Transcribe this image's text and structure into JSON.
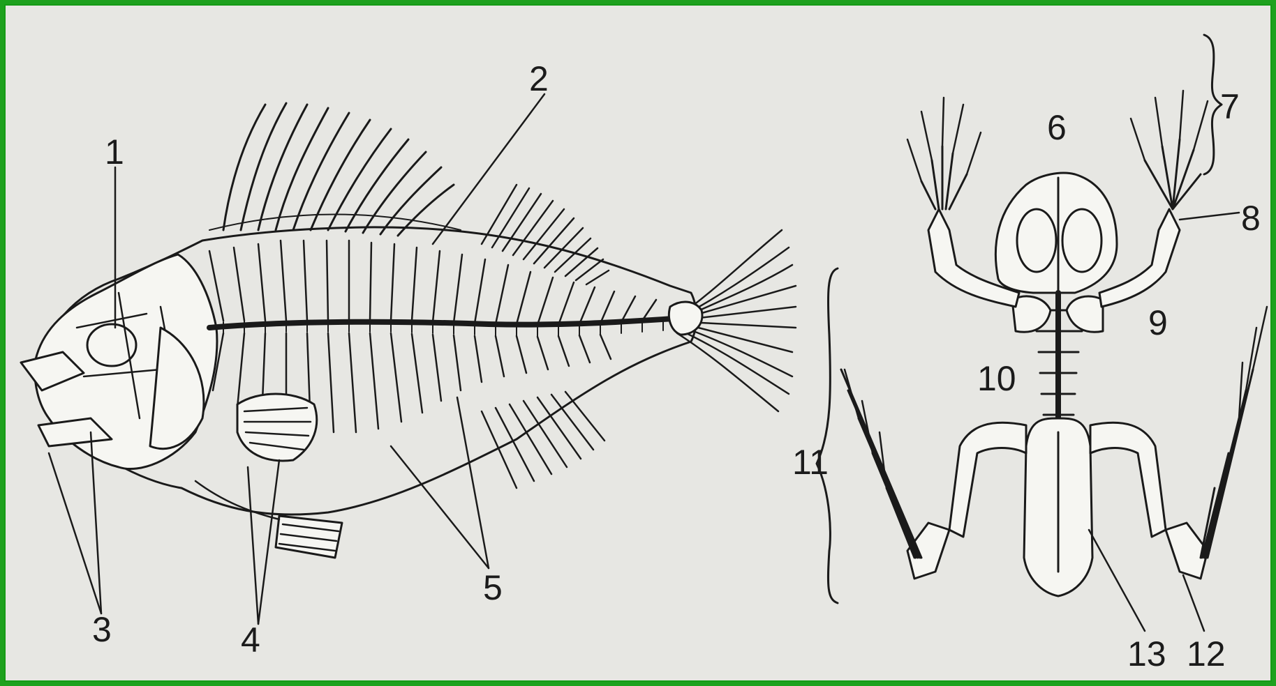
{
  "labels": {
    "l1": "1",
    "l2": "2",
    "l3": "3",
    "l4": "4",
    "l5": "5",
    "l6": "6",
    "l7": "7",
    "l8": "8",
    "l9": "9",
    "l10": "10",
    "l11": "11",
    "l12": "12",
    "l13": "13"
  },
  "colors": {
    "frame": "#1ea11e",
    "paper": "#e7e7e3",
    "ink": "#1a1a1a"
  }
}
